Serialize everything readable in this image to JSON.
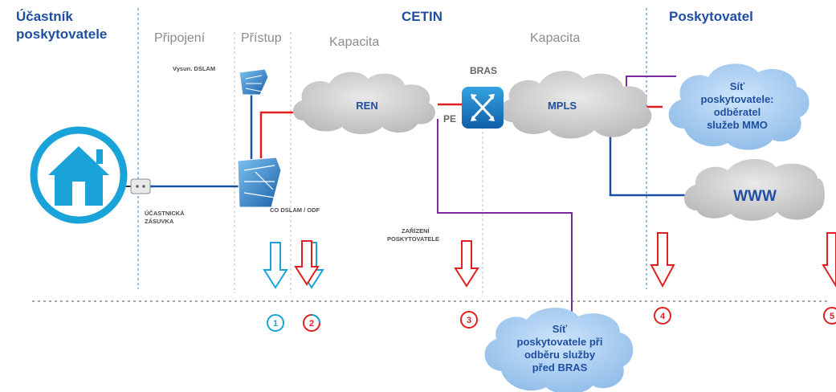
{
  "headers": {
    "participant_line1": "Účastník",
    "participant_line2": "poskytovatele",
    "pripojeni": "Připojení",
    "pristup": "Přístup",
    "kapacita_left": "Kapacita",
    "cetin": "CETIN",
    "kapacita_right": "Kapacita",
    "poskytovatel": "Poskytovatel"
  },
  "labels": {
    "bras": "BRAS",
    "pe": "PE",
    "vysun_dslam": "Vysun. DSLAM",
    "co_dslam": "CO DSLAM / ODF",
    "socket_line1": "ÚČASTNICKÁ",
    "socket_line2": "ZÁSUVKA",
    "device_line1": "ZAŘÍZENÍ",
    "device_line2": "POSKYTOVATELE"
  },
  "clouds": {
    "ren": "REN",
    "mpls": "MPLS",
    "www": "WWW",
    "provider_net": [
      "Síť",
      "poskytovatele:",
      "odběratel",
      "služeb MMO"
    ],
    "provider_bras": [
      "Síť",
      "poskytovatele při",
      "odběru služby",
      "před BRAS"
    ]
  },
  "markers": [
    "1",
    "2",
    "3",
    "4",
    "5"
  ],
  "colors": {
    "blue_header": "#1f4fa0",
    "cyan": "#1aa3d9",
    "red": "#e02020",
    "purple": "#7a2c9e",
    "dark_blue_line": "#1f4fa0",
    "cloud_gray": "#cfcfcf",
    "cloud_blue": "#a9cdf0"
  }
}
